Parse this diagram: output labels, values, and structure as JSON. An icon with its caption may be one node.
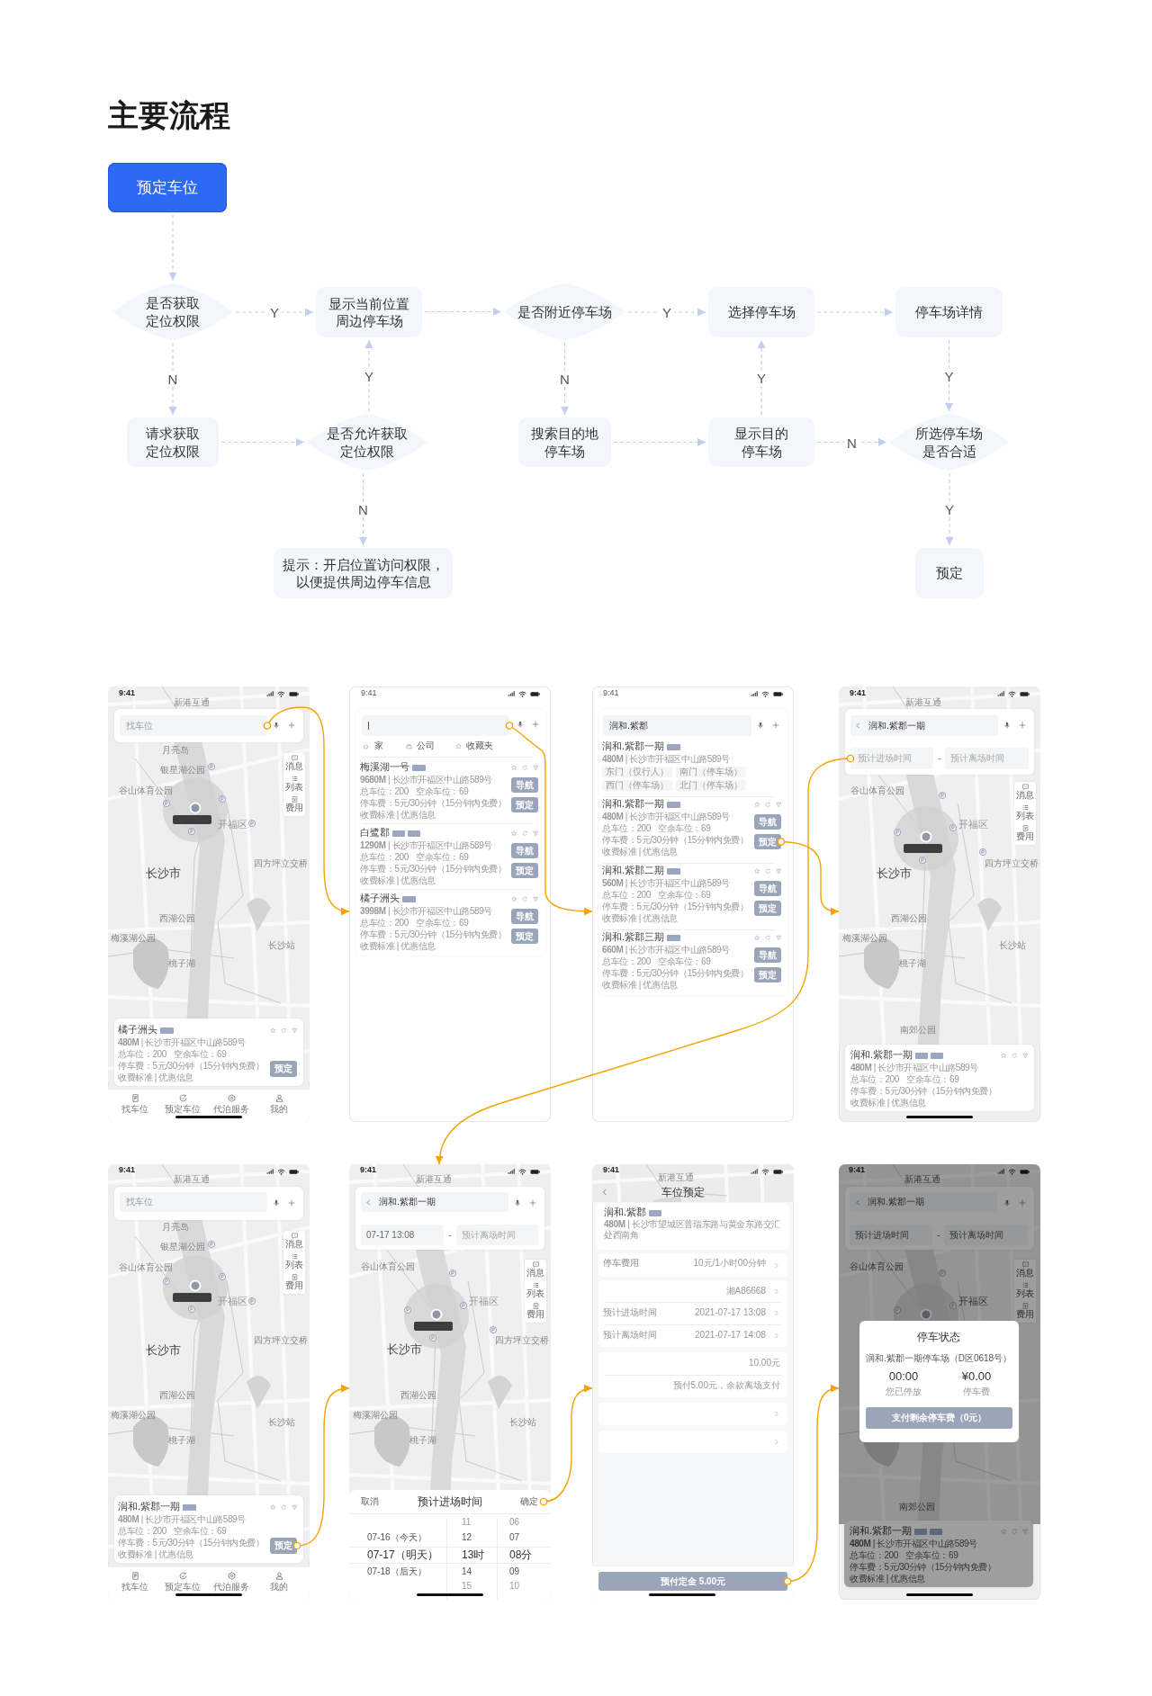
{
  "diagram": {
    "title": "主要流程",
    "nodes": [
      {
        "text": [
          "预定车位"
        ]
      },
      {
        "text": [
          "是否获取定位权限"
        ]
      },
      {
        "text": [
          "显示当前位置周边停车场"
        ]
      },
      {
        "text": [
          "是否附近停车场"
        ]
      },
      {
        "text": [
          "选择停车场"
        ]
      },
      {
        "text": [
          "停车场详情"
        ]
      },
      {
        "text": [
          "请求获取定位权限"
        ]
      },
      {
        "text": [
          "是否允许获取定位权限"
        ]
      },
      {
        "text": [
          "搜索目的地停车场"
        ]
      },
      {
        "text": [
          "显示目的停车场"
        ]
      },
      {
        "text": [
          "所选停车场是否合适"
        ]
      },
      {
        "text": [
          "提示：开启位置访问权限，以便提供周边停车信息"
        ]
      },
      {
        "text": [
          "预定"
        ]
      },
      {
        "text": [
          "9:41",
          "新港互通",
          "月亮岛",
          "银星湖公园",
          "谷山体育公园",
          "开福区",
          "长沙市",
          "四方坪立交桥",
          "西湖公园",
          "梅溪湖公园",
          "长沙站",
          "桃子湖",
          "消息",
          "列表",
          "费用",
          "橘子洲头",
          "**480M** | 长沙市开福区中山路589号",
          "总车位：200",
          "空余车位：69",
          "停车费：5元/30分钟（15分钟内免费）",
          "收费标准 | 优惠信息",
          "预定",
          "找车位",
          "预定车位",
          "代泊服务",
          "我的"
        ]
      },
      {
        "text": [
          "找车位"
        ],
        "in": 13
      },
      {
        "text": [
          "9:41",
          "家",
          "公司",
          "收藏夹",
          "梅溪湖一号",
          "**9680M** | 长沙市开福区中山路589号",
          "总车位：200",
          "空余车位：69",
          "停车费：5元/30分钟（15分钟内免费）",
          "收费标准 | 优惠信息",
          "导航",
          "预定",
          "白鹭郡",
          "**1290M** | 长沙市开福区中山路589号",
          "总车位：200",
          "空余车位：69",
          "停车费：5元/30分钟（15分钟内免费）",
          "收费标准 | 优惠信息",
          "导航",
          "预定",
          "橘子洲头",
          "**3998M** | 长沙市开福区中山路589号",
          "总车位：200",
          "空余车位：69",
          "停车费：5元/30分钟（15分钟内免费）",
          "收费标准 | 优惠信息",
          "导航",
          "预定"
        ]
      },
      {
        "text": [],
        "shape": "box",
        "in": 15
      },
      {
        "text": [
          "9:41",
          "润和.紫郡一期",
          "**480M** | 长沙市开福区中山路589号",
          "东门（仅行人）",
          "南门（停车场）",
          "西门（停车场）",
          "北门（停车场）",
          "润和.紫郡一期",
          "**480M** | 长沙市开福区中山路589号",
          "总车位：200",
          "空余车位：69",
          "停车费：5元/30分钟（15分钟内免费）",
          "收费标准 | 优惠信息",
          "导航",
          "润和.紫郡二期",
          "**560M** | 长沙市开福区中山路589号",
          "总车位：200",
          "空余车位：69",
          "停车费：5元/30分钟（15分钟内免费）",
          "收费标准 | 优惠信息",
          "导航",
          "预定",
          "润和.紫郡三期",
          "**660M** | 长沙市开福区中山路589号",
          "总车位：200",
          "空余车位：69",
          "停车费：5元/30分钟（15分钟内免费）",
          "收费标准 | 优惠信息",
          "导航",
          "预定"
        ]
      },
      {
        "text": [
          "润和.紫郡"
        ],
        "in": 17
      },
      {
        "text": [
          "预定"
        ],
        "in": 17
      },
      {
        "text": [
          "9:41",
          "新港互通",
          "-",
          "谷山体育公园",
          "开福区",
          "长沙市",
          "四方坪立交桥",
          "西湖公园",
          "梅溪湖公园",
          "长沙站",
          "桃子湖",
          "南郊公园",
          "消息",
          "列表",
          "费用",
          "润和.紫郡一期",
          "**480M** | 长沙市开福区中山路589号",
          "总车位：200",
          "空余车位：69",
          "停车费：5元/30分钟（15分钟内免费）",
          "收费标准 | 优惠信息"
        ]
      },
      {
        "text": [
          "润和.紫郡一期"
        ],
        "in": 20
      },
      {
        "text": [
          "预计进场时间"
        ],
        "in": 20
      },
      {
        "text": [
          "预计离场时间"
        ],
        "in": 20
      },
      {
        "text": [
          "9:41",
          "新港互通",
          "月亮岛",
          "银星湖公园",
          "谷山体育公园",
          "开福区",
          "长沙市",
          "四方坪立交桥",
          "西湖公园",
          "梅溪湖公园",
          "长沙站",
          "桃子湖",
          "消息",
          "列表",
          "费用",
          "润和.紫郡一期",
          "**480M** | 长沙市开福区中山路589号",
          "总车位：200",
          "空余车位：69",
          "停车费：5元/30分钟（15分钟内免费）",
          "收费标准 | 优惠信息",
          "找车位",
          "预定车位",
          "代泊服务",
          "我的"
        ]
      },
      {
        "text": [
          "找车位"
        ],
        "in": 24
      },
      {
        "text": [
          "预定"
        ],
        "in": 24
      },
      {
        "text": [
          "9:41",
          "新港互通",
          "-",
          "谷山体育公园",
          "开福区",
          "长沙市",
          "四方坪立交桥",
          "西湖公园",
          "梅溪湖公园",
          "长沙站",
          "桃子湖",
          "消息",
          "列表",
          "费用",
          "取消",
          "预计进场时间",
          "07-16（今天）",
          "07-17（明天）",
          "07-18（后天）",
          "11",
          "12",
          "13时",
          "14",
          "15",
          "06",
          "07",
          "08分",
          "09",
          "10"
        ]
      },
      {
        "text": [
          "润和.紫郡一期"
        ],
        "in": 27
      },
      {
        "text": [
          "07-17 13:08"
        ],
        "in": 27
      },
      {
        "text": [
          "预计离场时间"
        ],
        "in": 27
      },
      {
        "text": [
          "确定"
        ],
        "in": 27
      },
      {
        "text": [
          "9:41",
          "新港互通",
          "车位预定",
          "润和.紫郡",
          "**480M** | 长沙市望城区普瑞东路与黄金东路交汇处西南角",
          "停车费用",
          "10元/1小时00分钟",
          "湘A86668",
          "预计进场时间",
          "2021-07-17 13:08",
          "预计离场时间",
          "2021-07-17 14:08",
          "10.00元",
          "预付5.00元，余款离场支付"
        ]
      },
      {
        "text": [
          "预付定金 5.00元"
        ],
        "in": 32
      },
      {
        "text": [
          "9:41",
          "新港互通",
          "-",
          "谷山体育公园",
          "开福区",
          "南郊公园",
          "消息",
          "列表",
          "费用",
          "润和.紫郡一期",
          "**480M** | 长沙市开福区中山路589号",
          "总车位：200",
          "空余车位：69",
          "停车费：5元/30分钟（15分钟内免费）",
          "收费标准 | 优惠信息",
          "停车状态",
          "润和.紫郡一期停车场（D区0618号）",
          "00:00",
          "您已停放",
          "¥0.00",
          "停车费",
          "支付剩余停车费（0元）"
        ]
      },
      {
        "text": [
          "润和.紫郡一期"
        ],
        "in": 34
      },
      {
        "text": [
          "预计进场时间"
        ],
        "in": 34
      },
      {
        "text": [
          "预计离场时间"
        ],
        "in": 34
      }
    ],
    "edges": [
      {
        "from": 0,
        "to": 1,
        "arrow": "to",
        "style": "dashed"
      },
      {
        "from": 1,
        "to": 2,
        "arrow": "to",
        "label": "Y",
        "style": "dashed"
      },
      {
        "from": 1,
        "to": 6,
        "arrow": "to",
        "label": "N",
        "style": "dashed"
      },
      {
        "from": 2,
        "to": 3,
        "arrow": "to",
        "style": "dashed"
      },
      {
        "from": 3,
        "to": 4,
        "arrow": "to",
        "label": "Y",
        "style": "dashed"
      },
      {
        "from": 3,
        "to": 8,
        "arrow": "to",
        "label": "N",
        "style": "dashed"
      },
      {
        "from": 4,
        "to": 5,
        "arrow": "to",
        "style": "dashed"
      },
      {
        "from": 5,
        "to": 10,
        "arrow": "to",
        "label": "Y",
        "style": "dashed"
      },
      {
        "from": 6,
        "to": 7,
        "arrow": "to",
        "style": "dashed"
      },
      {
        "from": 7,
        "to": 2,
        "arrow": "to",
        "label": "Y",
        "style": "dashed"
      },
      {
        "from": 7,
        "to": 11,
        "arrow": "to",
        "label": "N",
        "style": "dashed"
      },
      {
        "from": 8,
        "to": 9,
        "arrow": "to",
        "style": "dashed"
      },
      {
        "from": 9,
        "to": 4,
        "arrow": "to",
        "label": "Y",
        "style": "dashed"
      },
      {
        "from": 9,
        "to": 10,
        "arrow": "to",
        "label": "N",
        "style": "dashed"
      },
      {
        "from": 10,
        "to": 12,
        "arrow": "to",
        "label": "Y",
        "style": "dashed"
      },
      {
        "from": 14,
        "to": 15,
        "arrow": "to",
        "color": "#f5a300"
      },
      {
        "from": 16,
        "to": 17,
        "arrow": "to",
        "color": "#f5a300"
      },
      {
        "from": 19,
        "to": 20,
        "arrow": "to",
        "color": "#f5a300"
      },
      {
        "from": 22,
        "to": 27,
        "arrow": "to",
        "color": "#f5a300"
      },
      {
        "from": 26,
        "to": 27,
        "arrow": "to",
        "color": "#f5a300"
      },
      {
        "from": 31,
        "to": 32,
        "arrow": "to",
        "color": "#f5a300"
      },
      {
        "from": 33,
        "to": 34,
        "arrow": "to",
        "color": "#f5a300"
      }
    ]
  }
}
